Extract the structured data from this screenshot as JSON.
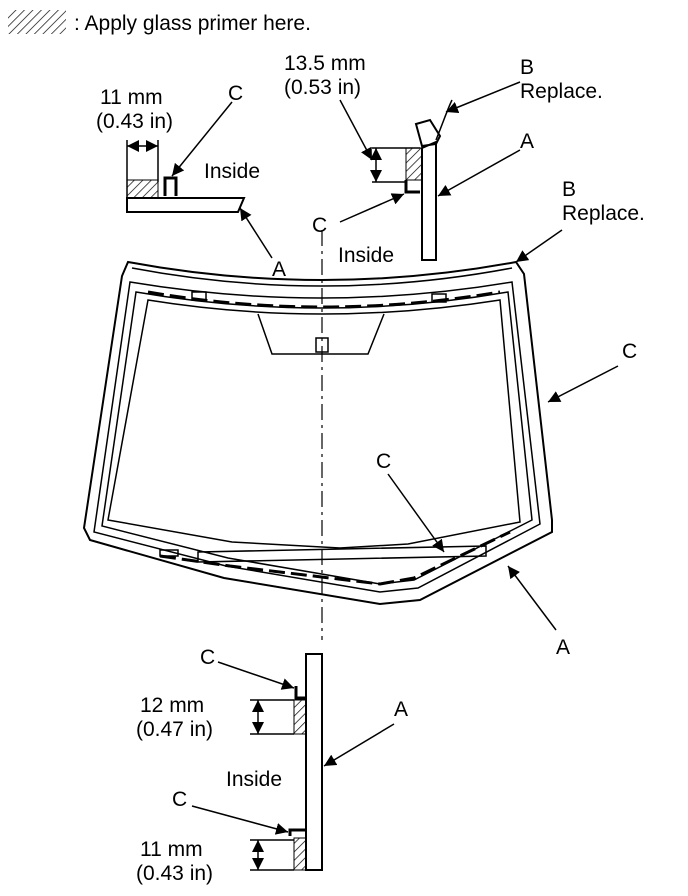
{
  "legend": {
    "text": ": Apply glass primer here."
  },
  "labels": {
    "A": "A",
    "B": "B",
    "C": "C",
    "replace": "Replace.",
    "inside": "Inside"
  },
  "dimensions": {
    "top_left_mm": "11 mm",
    "top_left_in": "(0.43 in)",
    "top_right_mm": "13.5 mm",
    "top_right_in": "(0.53 in)",
    "bottom_upper_mm": "12 mm",
    "bottom_upper_in": "(0.47 in)",
    "bottom_lower_mm": "11 mm",
    "bottom_lower_in": "(0.43 in)"
  }
}
